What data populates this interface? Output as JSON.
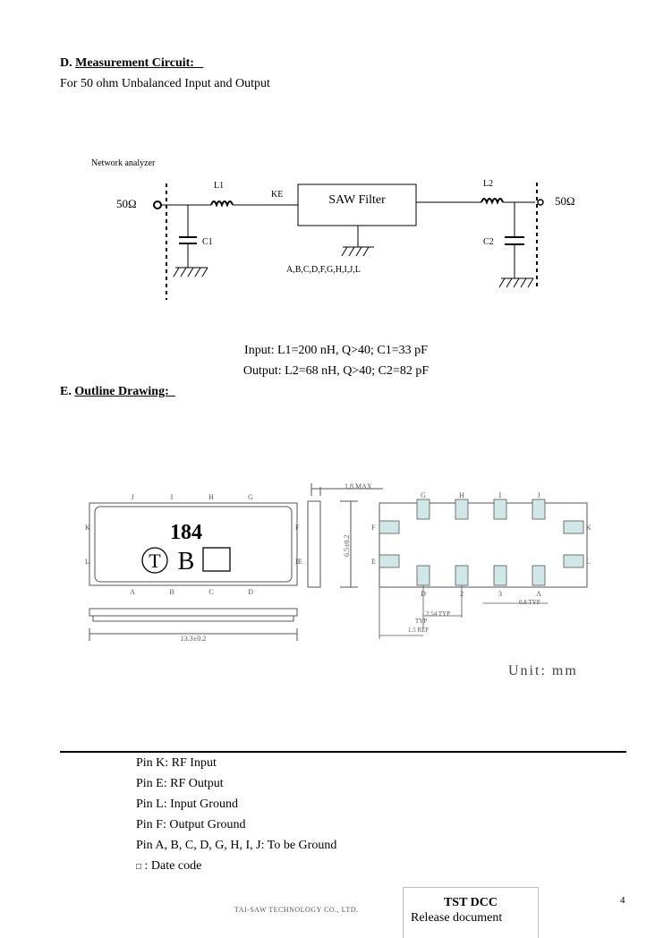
{
  "section_d": {
    "letter": "D.",
    "title": "Measurement Circuit:",
    "subtitle": "For 50 ohm Unbalanced Input and Output"
  },
  "circuit": {
    "network_label": "Network analyzer",
    "ohm_left": "50Ω",
    "ohm_right": "50Ω",
    "l1": "L1",
    "l2": "L2",
    "c1": "C1",
    "c2": "C2",
    "ke": "KE",
    "saw_filter": "SAW Filter",
    "ground_pins": "A,B,C,D,F,G,H,I,J,L",
    "input_values": "Input: L1=200 nH, Q>40; C1=33 pF",
    "output_values": "Output: L2=68 nH, Q>40; C2=82 pF"
  },
  "section_e": {
    "letter": "E.",
    "title": "Outline Drawing:"
  },
  "outline": {
    "marking_number": "184",
    "marking_logo_letter": "T",
    "marking_letter": "B",
    "top_pins": [
      "J",
      "I",
      "H",
      "G"
    ],
    "bottom_pins": [
      "A",
      "B",
      "C",
      "D"
    ],
    "left_pins": [
      "L",
      "K"
    ],
    "right_pins": [
      "F",
      "E"
    ],
    "side_pin_label": "E",
    "height_dim": "1.8 MAX",
    "width_dim": "6.5±0.2",
    "length_dim": "13.3±0.2",
    "fp_top_pins": [
      "G",
      "H",
      "I",
      "J"
    ],
    "fp_bottom_pins": [
      "D",
      "2",
      "3",
      "A"
    ],
    "fp_left_pins": [
      "F",
      "E"
    ],
    "fp_right_pins": [
      "K",
      "L"
    ],
    "pitch_dim": "2.54 TYP",
    "pad_dim": "0.8 TYP",
    "typ_dim": "TYP",
    "ref_dim": "1.5 REF",
    "unit_label": "Unit: mm"
  },
  "pin_list": [
    "Pin K: RF Input",
    "Pin E: RF Output",
    "Pin L: Input Ground",
    "Pin F: Output Ground",
    "Pin A, B, C, D, G, H, I, J: To be Ground"
  ],
  "date_code": {
    "symbol": "□",
    "text": ": Date code"
  },
  "footer": {
    "company": "TAI-SAW TECHNOLOGY CO., LTD.",
    "doc_title": "TST DCC",
    "doc_sub": "Release document",
    "page_number": "4"
  }
}
